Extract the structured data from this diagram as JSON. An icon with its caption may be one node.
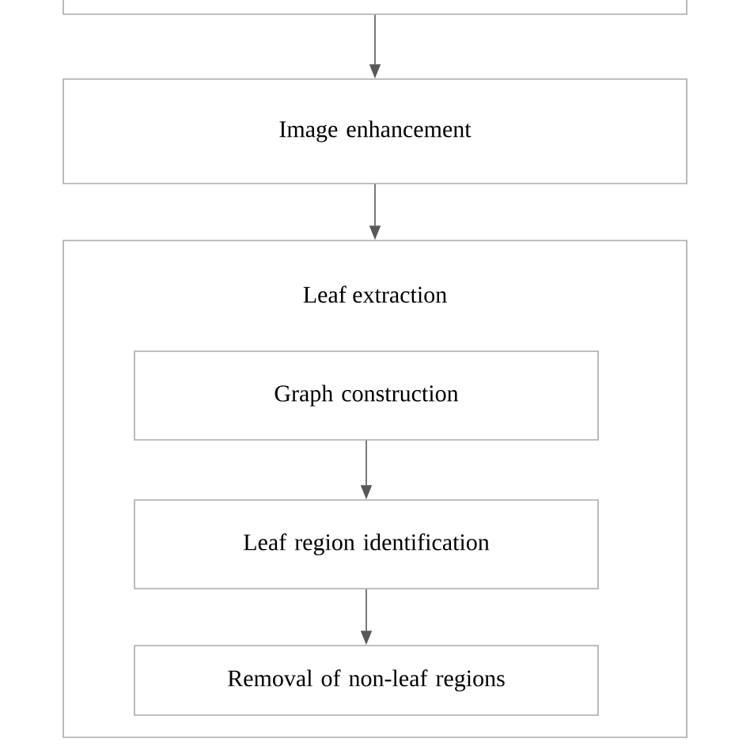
{
  "diagram": {
    "nodes": [
      {
        "text": [],
        "shape": "box"
      },
      {
        "text": [
          "Image enhancement"
        ]
      },
      {
        "text": [
          "Leaf extraction"
        ]
      },
      {
        "text": [
          "Graph construction"
        ],
        "in": 2
      },
      {
        "text": [
          "Leaf region identification"
        ],
        "in": 2
      },
      {
        "text": [
          "Removal of non-leaf regions"
        ],
        "in": 2
      }
    ],
    "edges": [
      {
        "from": 0,
        "to": 1,
        "arrow": "to"
      },
      {
        "from": 1,
        "to": 2,
        "arrow": "to"
      },
      {
        "from": 3,
        "to": 4,
        "arrow": "to"
      },
      {
        "from": 4,
        "to": 5,
        "arrow": "to"
      }
    ]
  }
}
